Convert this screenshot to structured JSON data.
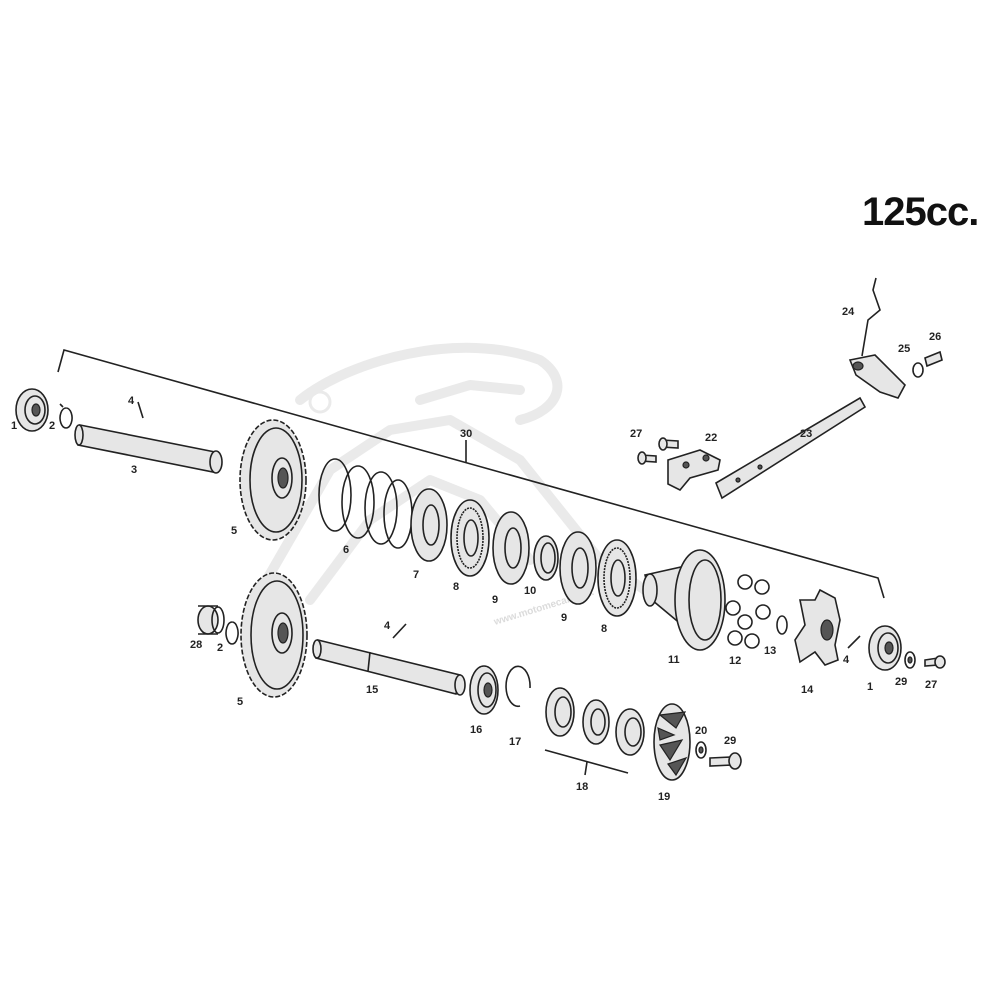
{
  "title": "125cc.",
  "watermark_text": "www.motomecanica...",
  "labels": {
    "l1a": "1",
    "l2a": "2",
    "l3": "3",
    "l4a": "4",
    "l5a": "5",
    "l6": "6",
    "l7": "7",
    "l8a": "8",
    "l9a": "9",
    "l10": "10",
    "l9b": "9",
    "l8b": "8",
    "l11": "11",
    "l12": "12",
    "l13": "13",
    "l14": "14",
    "l4b": "4",
    "l1b": "1",
    "l29a": "29",
    "l27a": "27",
    "l30": "30",
    "l28": "28",
    "l2b": "2",
    "l5b": "5",
    "l4c": "4",
    "l15": "15",
    "l16": "16",
    "l17": "17",
    "l18": "18",
    "l19": "19",
    "l20": "20",
    "l29b": "29",
    "l22": "22",
    "l23": "23",
    "l27b": "27",
    "l24": "24",
    "l25": "25",
    "l26": "26"
  }
}
